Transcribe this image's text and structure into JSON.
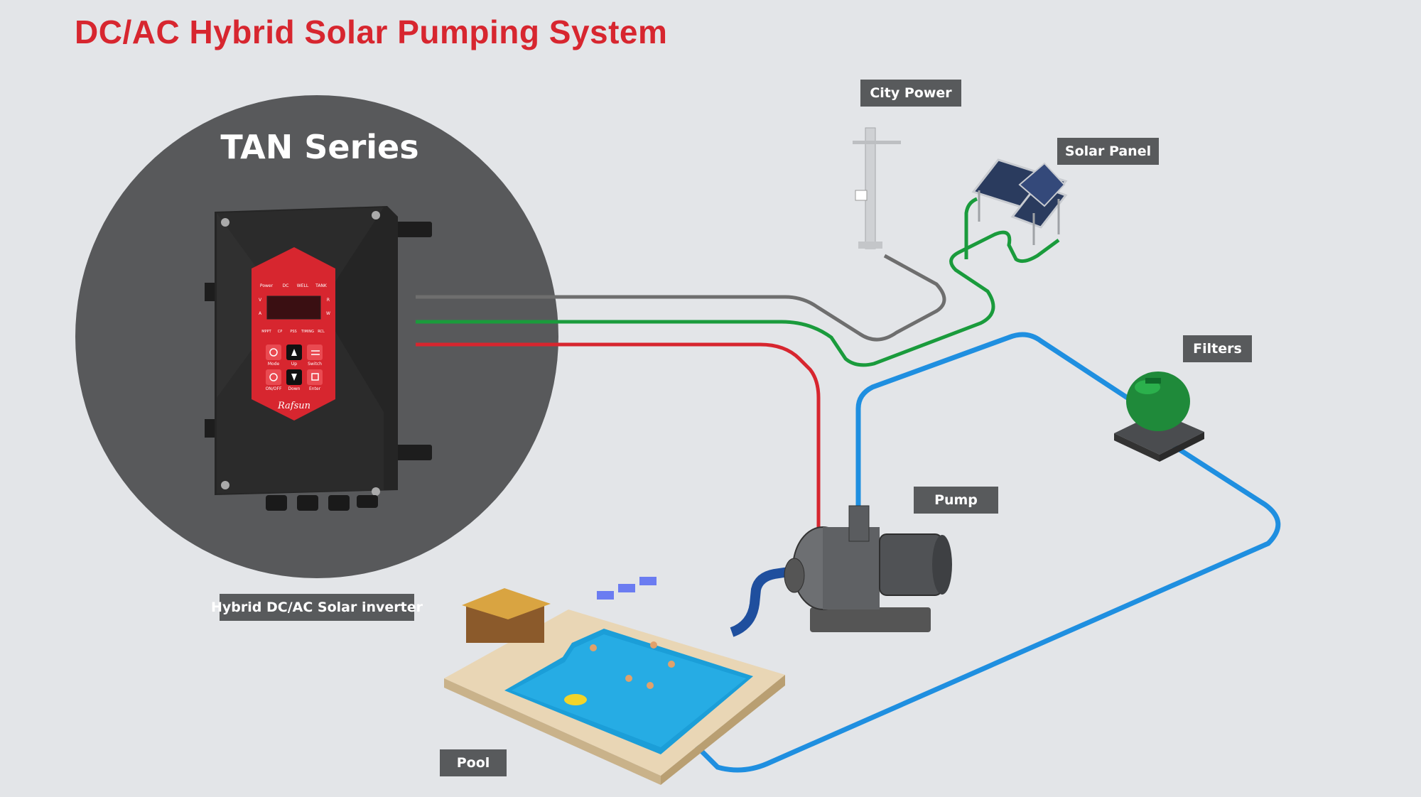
{
  "title": "DC/AC Hybrid Solar Pumping System",
  "series_title": "TAN Series",
  "labels": {
    "city_power": "City Power",
    "solar_panel": "Solar Panel",
    "filters": "Filters",
    "pump": "Pump",
    "inverter": "Hybrid DC/AC Solar inverter",
    "pool": "Pool"
  },
  "panel": {
    "indicators_top": [
      "Power",
      "DC",
      "WELL",
      "TANK"
    ],
    "side_left": [
      "V",
      "A"
    ],
    "side_right": [
      "R",
      "W"
    ],
    "indicators_bottom": [
      "MPPT",
      "CP",
      "PSS",
      "TIMING",
      "RCL"
    ],
    "buttons": [
      {
        "label": "Mode",
        "icon": "gear-icon"
      },
      {
        "label": "Up",
        "icon": "up-triangle-icon"
      },
      {
        "label": "Switch",
        "icon": "switch-icon"
      },
      {
        "label": "ON/OFF",
        "icon": "power-icon"
      },
      {
        "label": "Down",
        "icon": "down-triangle-icon"
      },
      {
        "label": "Enter",
        "icon": "enter-icon"
      }
    ],
    "brand": "Rafsun"
  },
  "colors": {
    "title": "#d7262f",
    "grey_line": "#6e6e6e",
    "green_line": "#1a9b3c",
    "red_line": "#d7262f",
    "blue_line": "#1f8fe0",
    "circle": "#58595b",
    "label_bg": "#585a5c"
  }
}
